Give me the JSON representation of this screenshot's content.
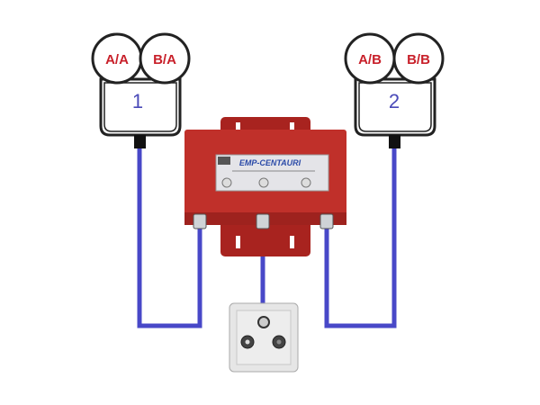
{
  "lnb1": {
    "left": "A/A",
    "right": "B/A",
    "number": "1"
  },
  "lnb2": {
    "left": "A/B",
    "right": "B/B",
    "number": "2"
  },
  "switch": {
    "brand": "EMP-CENTAURI"
  },
  "colors": {
    "cable": "#4848c8",
    "switch": "#b82a26",
    "label_text": "#c8202a",
    "number": "#4a4ab8"
  }
}
